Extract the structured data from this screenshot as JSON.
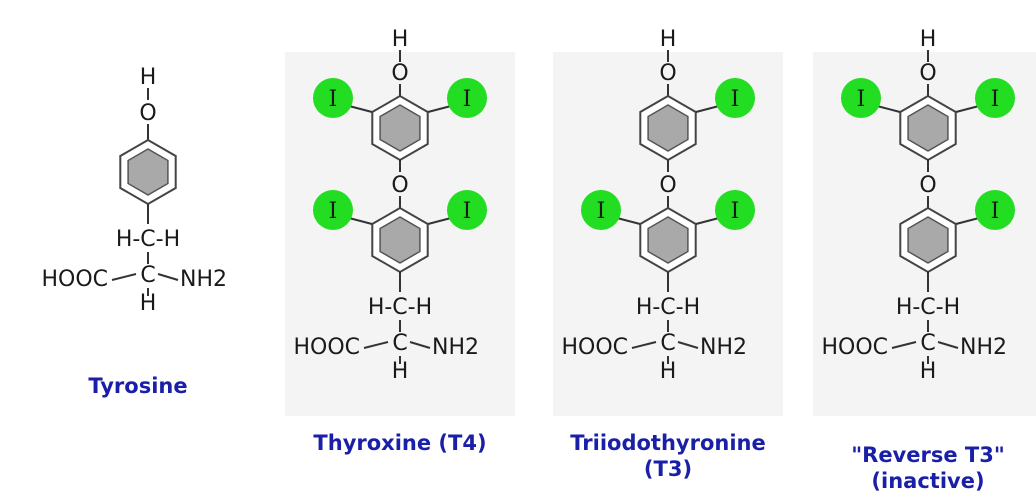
{
  "labels": {
    "H": "H",
    "O": "O",
    "I": "I",
    "CH": "H-C-H",
    "Cdot": "C",
    "HOOC": "HOOC",
    "NH2": "NH2"
  },
  "molecules": [
    {
      "key": "tyrosine",
      "caption": [
        "Tyrosine"
      ]
    },
    {
      "key": "thyroxine",
      "caption": [
        "Thyroxine (T4)"
      ]
    },
    {
      "key": "t3",
      "caption": [
        "Triiodothyronine",
        "(T3)"
      ]
    },
    {
      "key": "rt3",
      "caption": [
        "\"Reverse T3\"",
        "(inactive)"
      ]
    }
  ],
  "colors": {
    "iodine": "#22dd22",
    "caption": "#1a1fa8",
    "ring_inner": "#a9a9a9"
  }
}
